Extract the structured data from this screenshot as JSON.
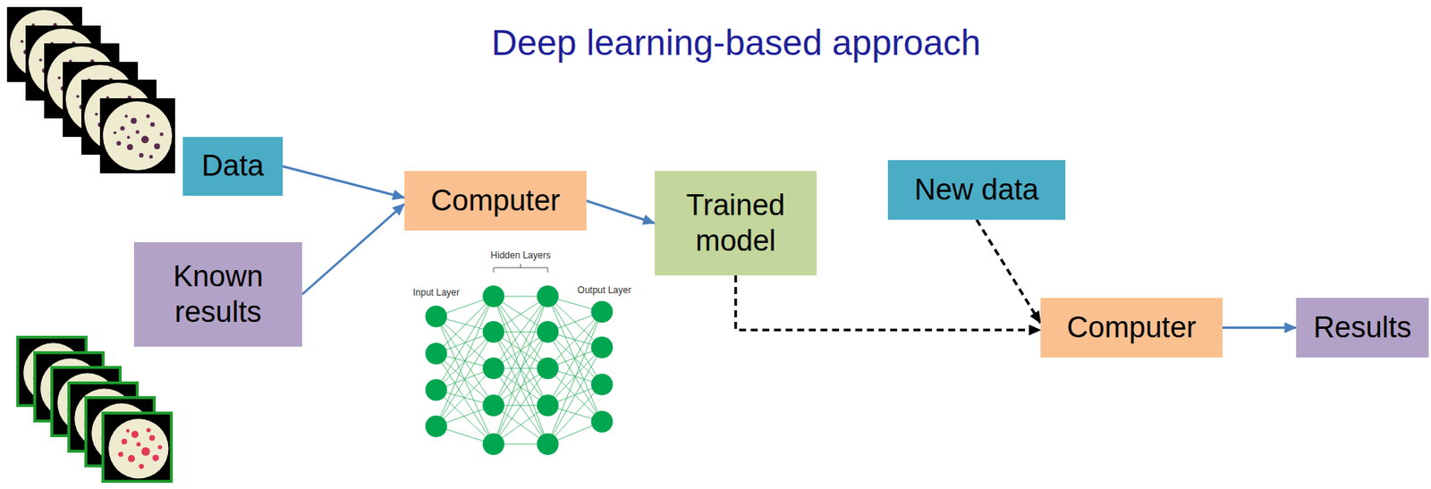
{
  "diagram": {
    "title": "Deep learning-based approach",
    "nodes": [
      {
        "text": [
          "Data"
        ]
      },
      {
        "text": [
          "Known results"
        ]
      },
      {
        "text": [
          "Computer"
        ]
      },
      {
        "text": [
          "Trained model"
        ]
      },
      {
        "text": [
          "New data"
        ]
      },
      {
        "text": [
          "Computer"
        ]
      },
      {
        "text": [
          "Results"
        ]
      }
    ],
    "edges": [
      {
        "from": 0,
        "to": 2,
        "arrow": "to"
      },
      {
        "from": 1,
        "to": 2,
        "arrow": "to"
      },
      {
        "from": 2,
        "to": 3,
        "arrow": "to"
      },
      {
        "from": 3,
        "to": 5,
        "arrow": "to"
      },
      {
        "from": 4,
        "to": 5,
        "arrow": "to"
      },
      {
        "from": 5,
        "to": 6,
        "arrow": "to"
      }
    ],
    "labels": [
      "Hidden Layers",
      "Input Layer",
      "Output Layer"
    ]
  }
}
